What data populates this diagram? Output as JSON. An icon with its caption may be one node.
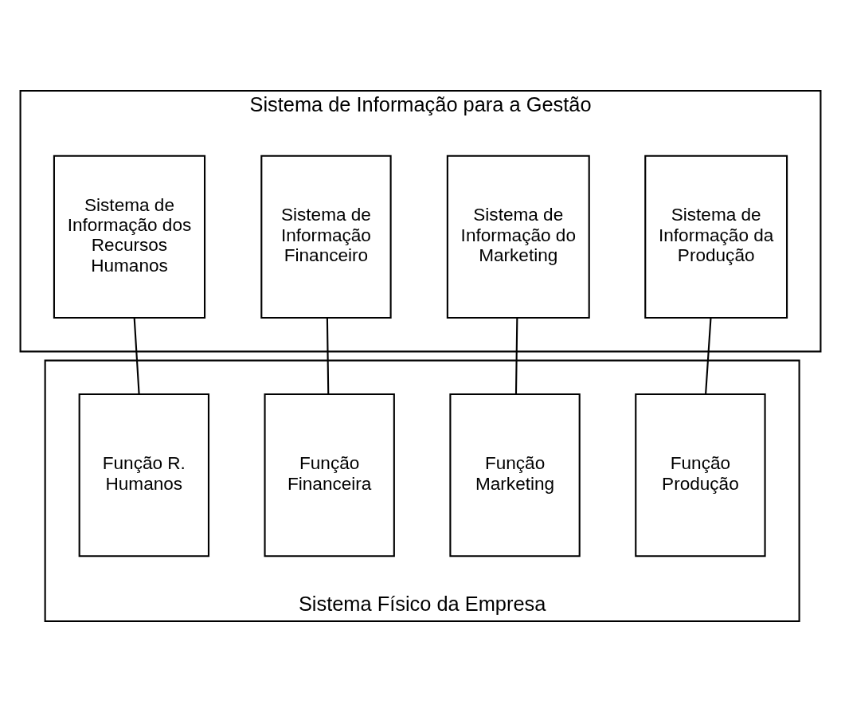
{
  "diagram": {
    "nodes": [
      {
        "text": [
          "Sistema de Informação para a Gestão"
        ]
      },
      {
        "text": [
          "Sistema de Informação da Produção"
        ],
        "in": 0
      },
      {
        "text": [
          "Sistema de Informação do Marketing"
        ],
        "in": 0
      },
      {
        "text": [
          "Sistema de Informação Financeiro"
        ],
        "in": 0
      },
      {
        "text": [
          "Sistema de Informação dos Recursos Humanos"
        ],
        "in": 0
      },
      {
        "text": [
          "Sistema Físico da Empresa"
        ]
      },
      {
        "text": [
          "Função Produção"
        ],
        "in": 5
      },
      {
        "text": [
          "Função Marketing"
        ],
        "in": 5
      },
      {
        "text": [
          "Função Financeira"
        ],
        "in": 5
      },
      {
        "text": [
          "Função R. Humanos"
        ],
        "in": 5
      }
    ],
    "edges": [
      {
        "from": 1,
        "to": 6,
        "arrow": "none"
      },
      {
        "from": 2,
        "to": 7,
        "arrow": "none"
      },
      {
        "from": 3,
        "to": 8,
        "arrow": "none"
      },
      {
        "from": 4,
        "to": 9,
        "arrow": "none"
      }
    ]
  }
}
